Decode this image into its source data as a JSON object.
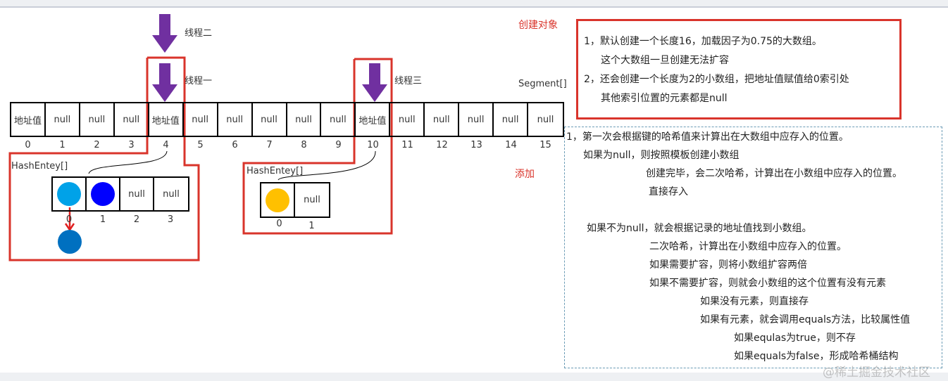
{
  "labels": {
    "thread_two": "线程二",
    "thread_one": "线程一",
    "thread_three": "线程三",
    "create_object": "创建对象",
    "add": "添加",
    "segment": "Segment[]",
    "hash_entry_1": "HashEntey[]",
    "hash_entry_2": "HashEntey[]"
  },
  "segment_cells": [
    "地址值",
    "null",
    "null",
    "null",
    "地址值",
    "null",
    "null",
    "null",
    "null",
    "null",
    "地址值",
    "null",
    "null",
    "null",
    "null",
    "null"
  ],
  "segment_indices": [
    "0",
    "1",
    "2",
    "3",
    "4",
    "5",
    "6",
    "7",
    "8",
    "9",
    "10",
    "11",
    "12",
    "13",
    "14",
    "15"
  ],
  "small_array_1": {
    "cells": [
      "",
      "",
      "null",
      "null"
    ],
    "indices": [
      "0",
      "1",
      "2",
      "3"
    ]
  },
  "small_array_2": {
    "cells": [
      "",
      "null"
    ],
    "indices": [
      "0",
      "1"
    ]
  },
  "colors": {
    "arrow": "#7030a0",
    "outline": "#d9342b",
    "circle_light_blue": "#00a2e8",
    "circle_blue": "#0000ff",
    "circle_dark_blue": "#0070c0",
    "circle_yellow": "#ffc000"
  },
  "create_info": [
    "1，默认创建一个长度16，加载因子为0.75的大数组。",
    "这个大数组一旦创建无法扩容",
    "2，还会创建一个长度为2的小数组，把地址值赋值给0索引处",
    "其他索引位置的元素都是null"
  ],
  "add_notes": [
    "1，第一次会根据键的哈希值来计算出在大数组中应存入的位置。",
    "如果为null，则按照模板创建小数组",
    "创建完毕，会二次哈希，计算出在小数组中应存入的位置。",
    "直接存入",
    "如果不为null，就会根据记录的地址值找到小数组。",
    "二次哈希，计算出在小数组中应存入的位置。",
    "如果需要扩容，则将小数组扩容两倍",
    "如果不需要扩容，则就会小数组的这个位置有没有元素",
    "如果没有元素，则直接存",
    "如果有元素，就会调用equals方法，比较属性值",
    "如果equlas为true，则不存",
    "如果equals为false，形成哈希桶结构"
  ],
  "watermark": "@稀土掘金技术社区"
}
